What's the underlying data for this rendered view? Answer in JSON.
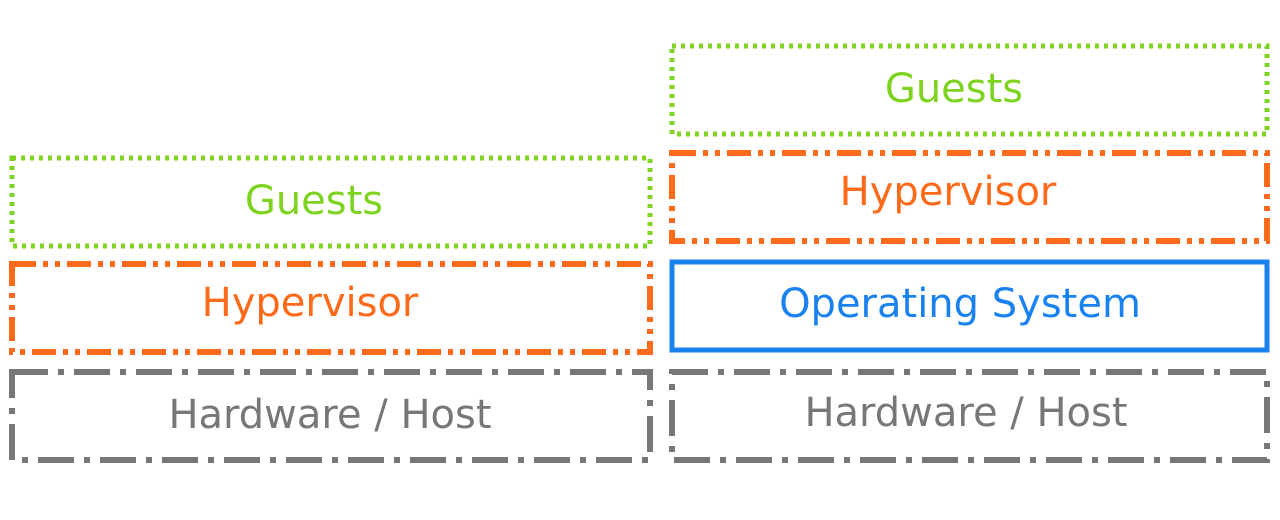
{
  "colors": {
    "guests": "#7ed321",
    "hypervisor": "#ff6a1a",
    "operating_system": "#1a82f0",
    "hardware": "#777777"
  },
  "type1": {
    "guests_label": "Guests",
    "hypervisor_label": "Hypervisor",
    "hardware_label": "Hardware / Host"
  },
  "type2": {
    "guests_label": "Guests",
    "hypervisor_label": "Hypervisor",
    "os_label": "Operating System",
    "hardware_label": "Hardware / Host"
  }
}
